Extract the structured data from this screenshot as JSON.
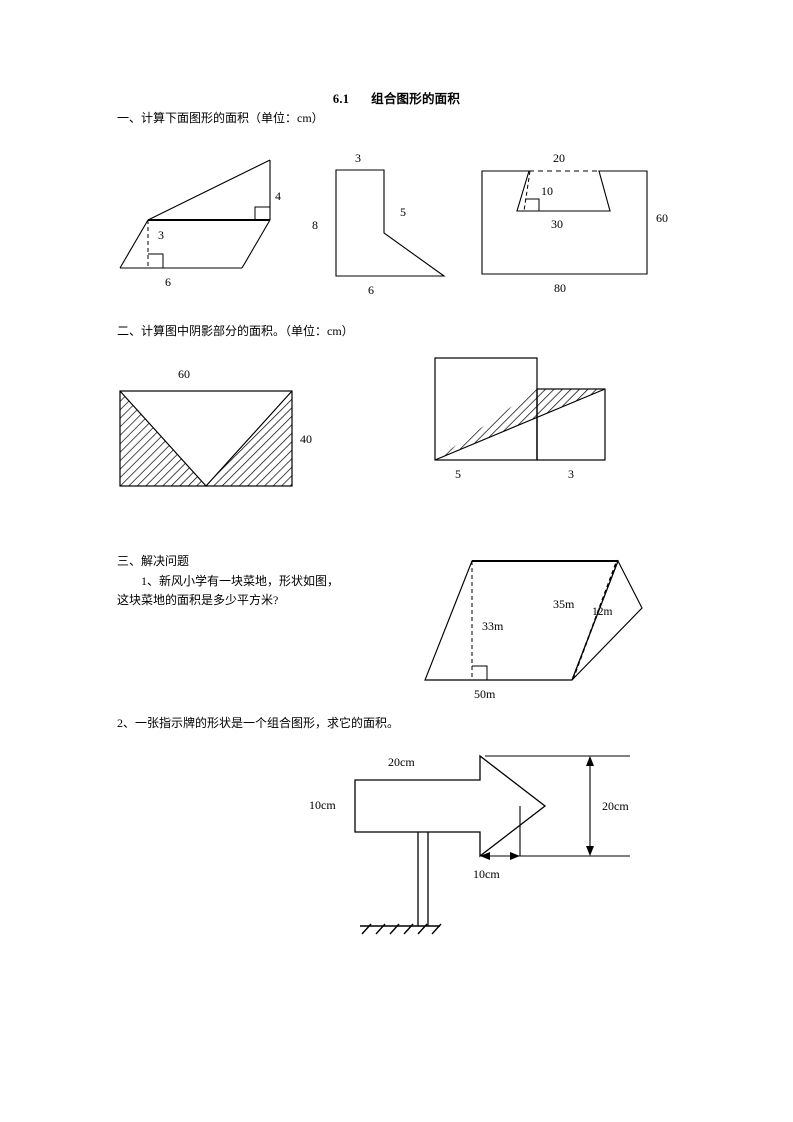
{
  "document": {
    "title_number": "6.1",
    "title_text": "组合图形的面积"
  },
  "sections": [
    {
      "id": "section-one",
      "heading": "一、计算下面图形的面积（单位：cm）",
      "figures": [
        {
          "id": "fig-parallelogram-triangle",
          "labels": [
            "4",
            "3",
            "6"
          ]
        },
        {
          "id": "fig-l-shape",
          "labels": [
            "3",
            "5",
            "8",
            "6"
          ]
        },
        {
          "id": "fig-rect-notch",
          "labels": [
            "20",
            "10",
            "30",
            "60",
            "80"
          ]
        }
      ]
    },
    {
      "id": "section-two",
      "heading": "二、计算图中阴影部分的面积。（单位：cm）",
      "figures": [
        {
          "id": "fig-shaded-rectangle",
          "labels": [
            "60",
            "40"
          ]
        },
        {
          "id": "fig-two-squares",
          "labels": [
            "5",
            "3"
          ]
        }
      ]
    },
    {
      "id": "section-three",
      "heading": "三、解决问题",
      "problems": [
        {
          "id": "problem-1",
          "text": "1、新风小学有一块菜地，形状如图，\n这块菜地的面积是多少平方米?",
          "figure": {
            "id": "fig-vegetable-plot",
            "labels": [
              "35m",
              "12m",
              "33m",
              "50m"
            ]
          }
        },
        {
          "id": "problem-2",
          "text": "2、一张指示牌的形状是一个组合图形，求它的面积。",
          "figure": {
            "id": "fig-sign-arrow",
            "labels": [
              "20cm",
              "10cm",
              "20cm",
              "10cm"
            ]
          }
        }
      ]
    }
  ],
  "figure_labels": {
    "f1_right": "4",
    "f1_height": "3",
    "f1_base": "6",
    "f2_top": "3",
    "f2_diag": "5",
    "f2_left": "8",
    "f2_bottom": "6",
    "f3_top": "20",
    "f3_notch_h": "10",
    "f3_notch_b": "30",
    "f3_right": "60",
    "f3_bottom": "80",
    "f4_top": "60",
    "f4_right": "40",
    "f5_left": "5",
    "f5_right": "3",
    "f6_slant": "35m",
    "f6_small_h": "12m",
    "f6_height": "33m",
    "f6_base": "50m",
    "f7_top": "20cm",
    "f7_left": "10cm",
    "f7_right": "20cm",
    "f7_bottom": "10cm"
  },
  "colors": {
    "ink": "#000000",
    "paper": "#ffffff"
  }
}
